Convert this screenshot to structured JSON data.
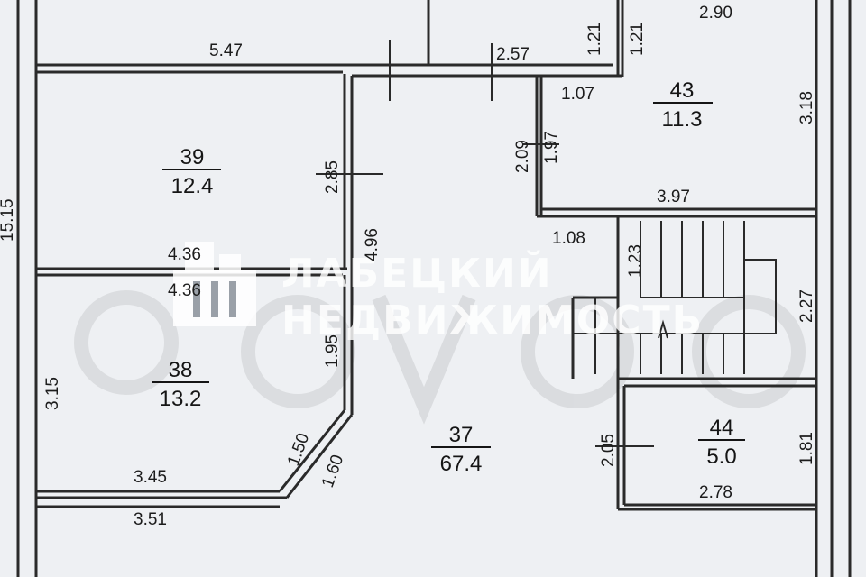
{
  "watermark": {
    "line1": "ЛАБЕЦКИЙ",
    "line2": "НЕДВИЖИМОСТЬ",
    "logo_icon": "building-logo-icon",
    "background_mark": "avito"
  },
  "rooms": [
    {
      "number": "39",
      "area": "12.4"
    },
    {
      "number": "38",
      "area": "13.2"
    },
    {
      "number": "37",
      "area": "67.4"
    },
    {
      "number": "43",
      "area": "11.3"
    },
    {
      "number": "44",
      "area": "5.0"
    }
  ],
  "dimensions": {
    "d547": "5.47",
    "d257": "2.57",
    "d121a": "1.21",
    "d121b": "1.21",
    "d290": "2.90",
    "d107": "1.07",
    "d209": "2.09",
    "d197": "1.97",
    "d318": "3.18",
    "d397": "3.97",
    "d285": "2.85",
    "d496": "4.96",
    "d436a": "4.36",
    "d436b": "4.36",
    "d108": "1.08",
    "d123": "1.23",
    "d227": "2.27",
    "d195": "1.95",
    "d315": "3.15",
    "d150": "1.50",
    "d160": "1.60",
    "d345": "3.45",
    "d351": "3.51",
    "d205": "2.05",
    "d181": "1.81",
    "d278": "2.78",
    "d1515": "15.15"
  },
  "colors": {
    "background": "#eef0f3",
    "wall": "#2a2a2a",
    "watermark": "#ffffff"
  }
}
